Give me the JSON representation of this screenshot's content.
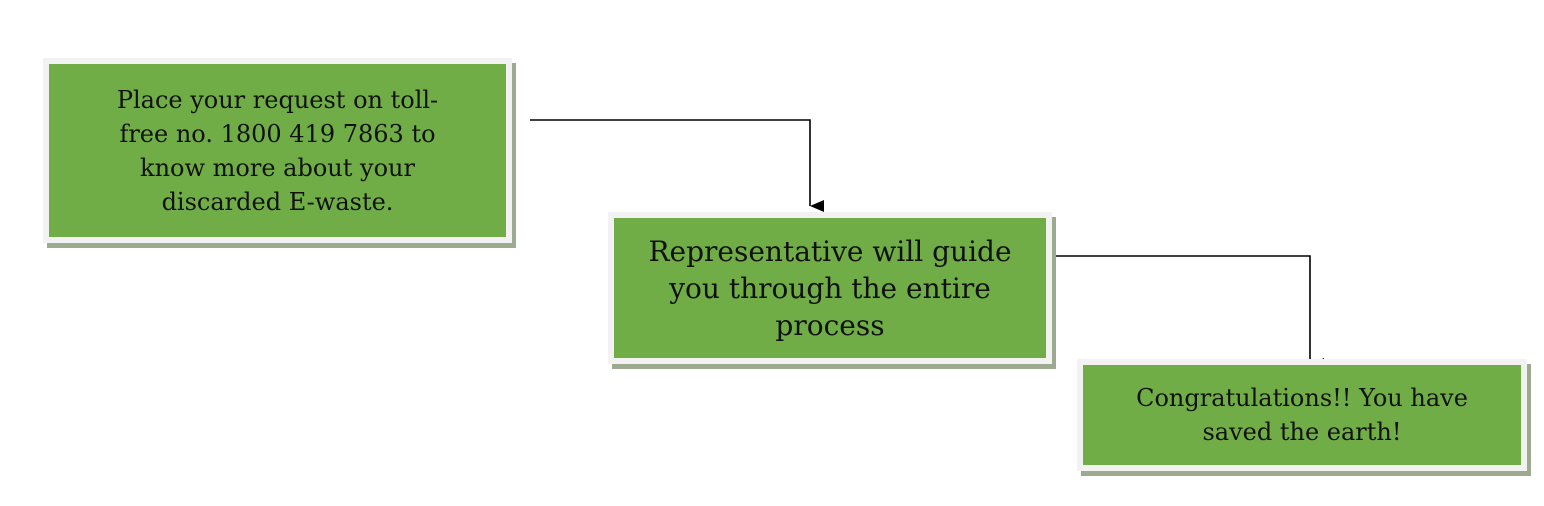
{
  "steps": [
    {
      "text": "Place your request on toll-\nfree no. 1800 419 7863 to\nknow more about your\ndiscarded E-waste."
    },
    {
      "text": "Representative will guide\nyou through the entire\nprocess"
    },
    {
      "text": "Congratulations!! You have\nsaved the earth!"
    }
  ],
  "colors": {
    "box_fill": "#70ad47",
    "box_border": "#f2f2f2",
    "box_shadow": "#9eaa90",
    "connector": "#000000"
  }
}
